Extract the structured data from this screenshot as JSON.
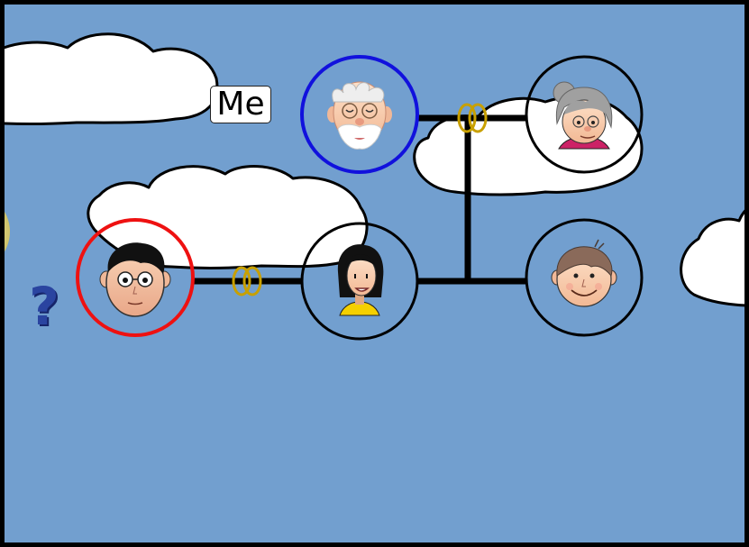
{
  "colors": {
    "sky": "#729fcf",
    "frame": "#000000",
    "cloud_fill": "#ffffff",
    "cloud_stroke": "#000000",
    "link_line": "#000000",
    "ring_gold": "#c8a000",
    "selected_ring": "#ee1111",
    "focus_ring": "#1111dd",
    "default_ring": "#000000",
    "help_question": "#2a44a0"
  },
  "labels": {
    "me": "Me",
    "help": "?"
  },
  "people": [
    {
      "id": "me",
      "icon": "boy-with-glasses-icon",
      "ring": "selected"
    },
    {
      "id": "spouse",
      "icon": "young-woman-icon",
      "ring": "default"
    },
    {
      "id": "grandfather",
      "icon": "grandfather-icon",
      "ring": "focus"
    },
    {
      "id": "grandmother",
      "icon": "grandmother-icon",
      "ring": "default"
    },
    {
      "id": "sibling",
      "icon": "smiling-boy-icon",
      "ring": "default"
    }
  ],
  "relations": [
    {
      "type": "marriage",
      "between": [
        "me",
        "spouse"
      ],
      "icon": "wedding-rings-icon"
    },
    {
      "type": "marriage",
      "between": [
        "grandfather",
        "grandmother"
      ],
      "icon": "wedding-rings-icon"
    },
    {
      "type": "children",
      "parents": [
        "grandfather",
        "grandmother"
      ],
      "children": [
        "spouse",
        "sibling"
      ]
    }
  ]
}
